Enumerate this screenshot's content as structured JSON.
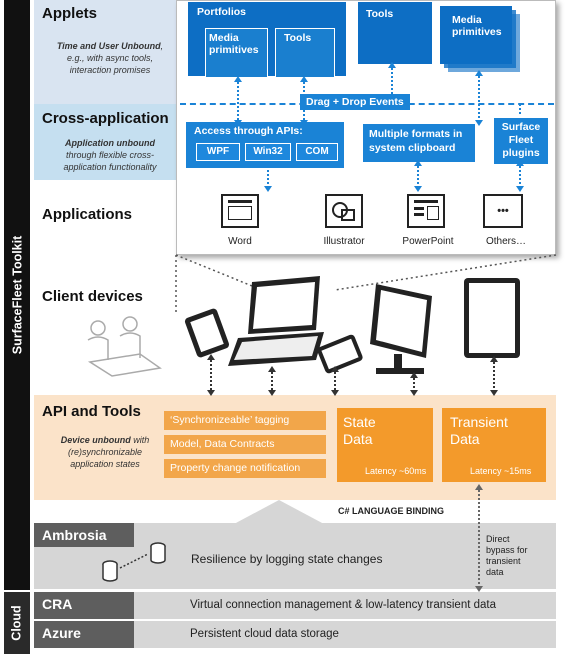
{
  "side": {
    "toolkit": "SurfaceFleet Toolkit",
    "cloud": "Cloud"
  },
  "applets": {
    "title": "Applets",
    "desc_bold": "Time and User Unbound",
    "desc_rest": ", e.g., with async tools, interaction promises",
    "portfolios": "Portfolios",
    "media1": "Media primitives",
    "tools1": "Tools",
    "tools2": "Tools",
    "media2": "Media primitives"
  },
  "cross": {
    "title": "Cross-application",
    "desc_bold": "Application unbound",
    "desc_rest": " through flexible cross-application functionality",
    "drag": "Drag + Drop Events",
    "apis": "Access through APIs:",
    "wpf": "WPF",
    "win32": "Win32",
    "com": "COM",
    "clipboard": "Multiple formats in system clipboard",
    "plugins": "Surface Fleet plugins"
  },
  "applications": {
    "title": "Applications",
    "word": "Word",
    "illustrator": "Illustrator",
    "powerpoint": "PowerPoint",
    "others": "Others…",
    "others_icon": "•••"
  },
  "client": {
    "title": "Client devices"
  },
  "api": {
    "title": "API and Tools",
    "desc_bold": "Device unbound",
    "desc_rest": " with (re)synchronizable application states",
    "tagging": "‘Synchronizeable’ tagging",
    "model": "Model, Data Contracts",
    "property": "Property change notification",
    "state_title": "State Data",
    "state_latency": "Latency ~60ms",
    "transient_title": "Transient Data",
    "transient_latency": "Latency ~15ms",
    "binding": "C# LANGUAGE BINDING"
  },
  "ambrosia": {
    "label": "Ambrosia",
    "text": "Resilience by logging state changes",
    "bypass": "Direct bypass for transient data"
  },
  "cra": {
    "label": "CRA",
    "text": "Virtual connection management & low-latency transient data"
  },
  "azure": {
    "label": "Azure",
    "text": "Persistent cloud data storage"
  }
}
